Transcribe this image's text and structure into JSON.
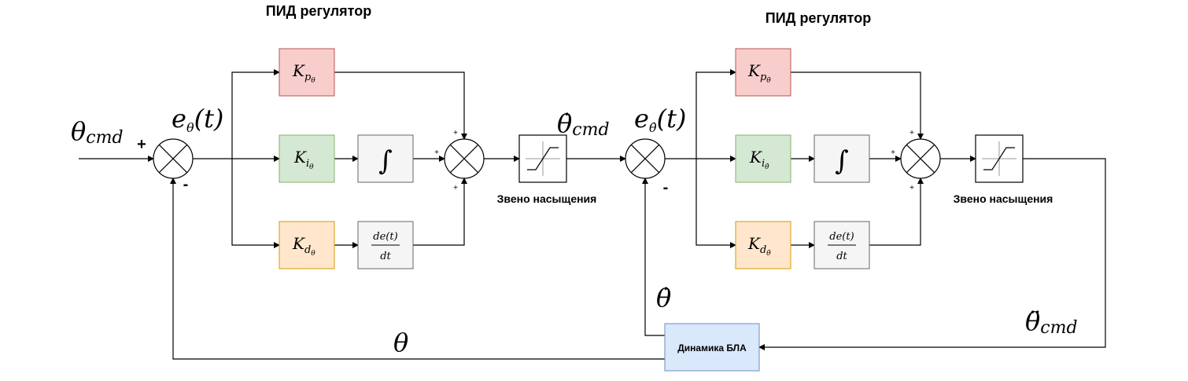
{
  "titles": {
    "pid_left": "ПИД регулятор",
    "pid_right": "ПИД регулятор"
  },
  "captions": {
    "saturation_left": "Звено насыщения",
    "saturation_right": "Звено насыщения",
    "plant": "Динамика БЛА"
  },
  "signals": {
    "theta_cmd_base": "θ",
    "theta_cmd_sub": "cmd",
    "e_theta_base": "e",
    "e_theta_sub": "θ",
    "e_theta_arg": "(t)",
    "thetadot_cmd_base": "θ̇",
    "thetadot_cmd_sub": "cmd",
    "e_thetadot_base": "e",
    "e_thetadot_sub": "θ̇",
    "e_thetadot_arg": "(t)",
    "thetadot": "θ̇",
    "theta": "θ",
    "thetaddot_cmd_base": "θ̈",
    "thetaddot_cmd_sub": "cmd"
  },
  "signs": {
    "plus": "+",
    "minus": "-"
  },
  "blocks": {
    "gain_base": "K",
    "kp_sub": "p",
    "ki_sub": "i",
    "kd_sub": "d",
    "outer_subsub": "θ",
    "inner_subsub": "θ̇",
    "integral": "∫",
    "deriv_num": "de(t)",
    "deriv_den": "dt"
  },
  "colors": {
    "kp_fill": "#f8cecc",
    "kp_stroke": "#b85450",
    "ki_fill": "#d5e8d4",
    "ki_stroke": "#82b366",
    "kd_fill": "#ffe6cc",
    "kd_stroke": "#d79b00",
    "op_fill": "#f5f5f5",
    "op_stroke": "#666666",
    "plant_fill": "#dae8fc",
    "plant_stroke": "#6c8ebf"
  }
}
